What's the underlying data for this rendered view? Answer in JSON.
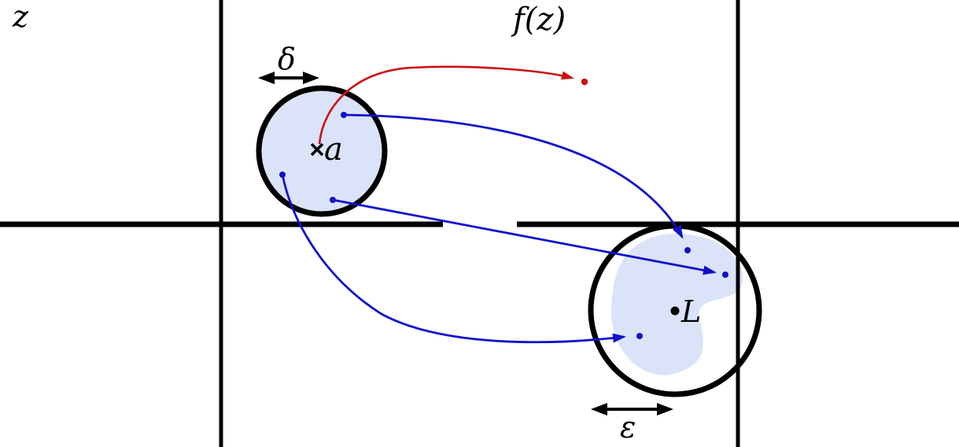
{
  "labels": {
    "z_plane_axis": "z",
    "w_plane_axis": "f(z)",
    "delta_radius": "δ",
    "epsilon_radius": "ε",
    "center_point": "a",
    "limit_point": "L"
  },
  "colors": {
    "ink": "#000000",
    "disk_fill": "#dbe3f8",
    "map_blue": "#1111cc",
    "map_red": "#cc1111"
  }
}
